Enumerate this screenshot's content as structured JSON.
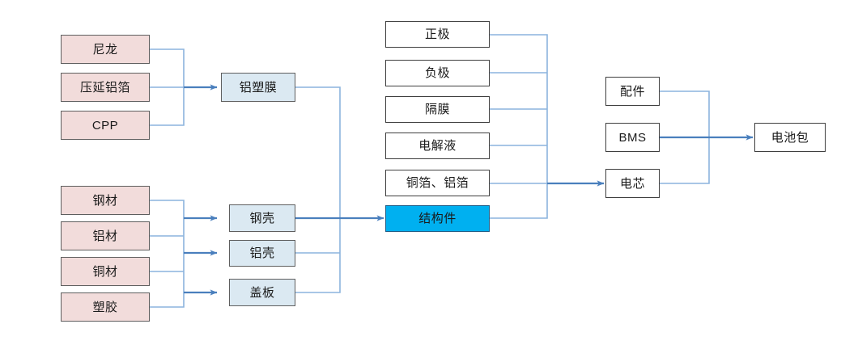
{
  "diagram": {
    "title": "",
    "type": "flow-diagram",
    "colors": {
      "raw_material_fill": "#f2dcdb",
      "component_fill": "#dbe9f2",
      "plain_fill": "#ffffff",
      "highlight_fill": "#00b0f0",
      "connector_stroke": "#5b8fc7",
      "box_border": "#595959"
    },
    "nodes": {
      "nylon": "尼龙",
      "rolled_aluminum_foil": "压延铝箔",
      "cpp": "CPP",
      "aluminum_plastic_film": "铝塑膜",
      "steel": "钢材",
      "aluminum": "铝材",
      "copper": "铜材",
      "plastic": "塑胶",
      "steel_shell": "钢壳",
      "aluminum_shell": "铝壳",
      "cover_plate": "盖板",
      "cathode": "正极",
      "anode": "负极",
      "separator": "隔膜",
      "electrolyte": "电解液",
      "copper_aluminum_foil": "铜箔、铝箔",
      "structural_part": "结构件",
      "accessories": "配件",
      "bms": "BMS",
      "cell": "电芯",
      "battery_pack": "电池包"
    },
    "groups": {
      "aluminum_plastic_film_inputs": [
        "尼龙",
        "压延铝箔",
        "CPP"
      ],
      "metal_inputs": [
        "钢材",
        "铝材",
        "铜材",
        "塑胶"
      ],
      "shell_outputs": [
        "钢壳",
        "铝壳",
        "盖板"
      ],
      "cell_inputs": [
        "正极",
        "负极",
        "隔膜",
        "电解液",
        "铜箔、铝箔",
        "结构件"
      ],
      "pack_inputs": [
        "配件",
        "BMS",
        "电芯"
      ]
    },
    "edges": [
      {
        "from": "尼龙",
        "to": "铝塑膜"
      },
      {
        "from": "压延铝箔",
        "to": "铝塑膜"
      },
      {
        "from": "CPP",
        "to": "铝塑膜"
      },
      {
        "from": "钢材",
        "to": "钢壳"
      },
      {
        "from": "铝材",
        "to": "铝壳"
      },
      {
        "from": "铜材",
        "to": "盖板"
      },
      {
        "from": "塑胶",
        "to": "盖板"
      },
      {
        "from": "铝塑膜",
        "to": "结构件"
      },
      {
        "from": "钢壳",
        "to": "结构件"
      },
      {
        "from": "铝壳",
        "to": "结构件"
      },
      {
        "from": "盖板",
        "to": "结构件"
      },
      {
        "from": "正极",
        "to": "电芯"
      },
      {
        "from": "负极",
        "to": "电芯"
      },
      {
        "from": "隔膜",
        "to": "电芯"
      },
      {
        "from": "电解液",
        "to": "电芯"
      },
      {
        "from": "铜箔、铝箔",
        "to": "电芯"
      },
      {
        "from": "结构件",
        "to": "电芯"
      },
      {
        "from": "配件",
        "to": "电池包"
      },
      {
        "from": "BMS",
        "to": "电池包"
      },
      {
        "from": "电芯",
        "to": "电池包"
      }
    ]
  }
}
